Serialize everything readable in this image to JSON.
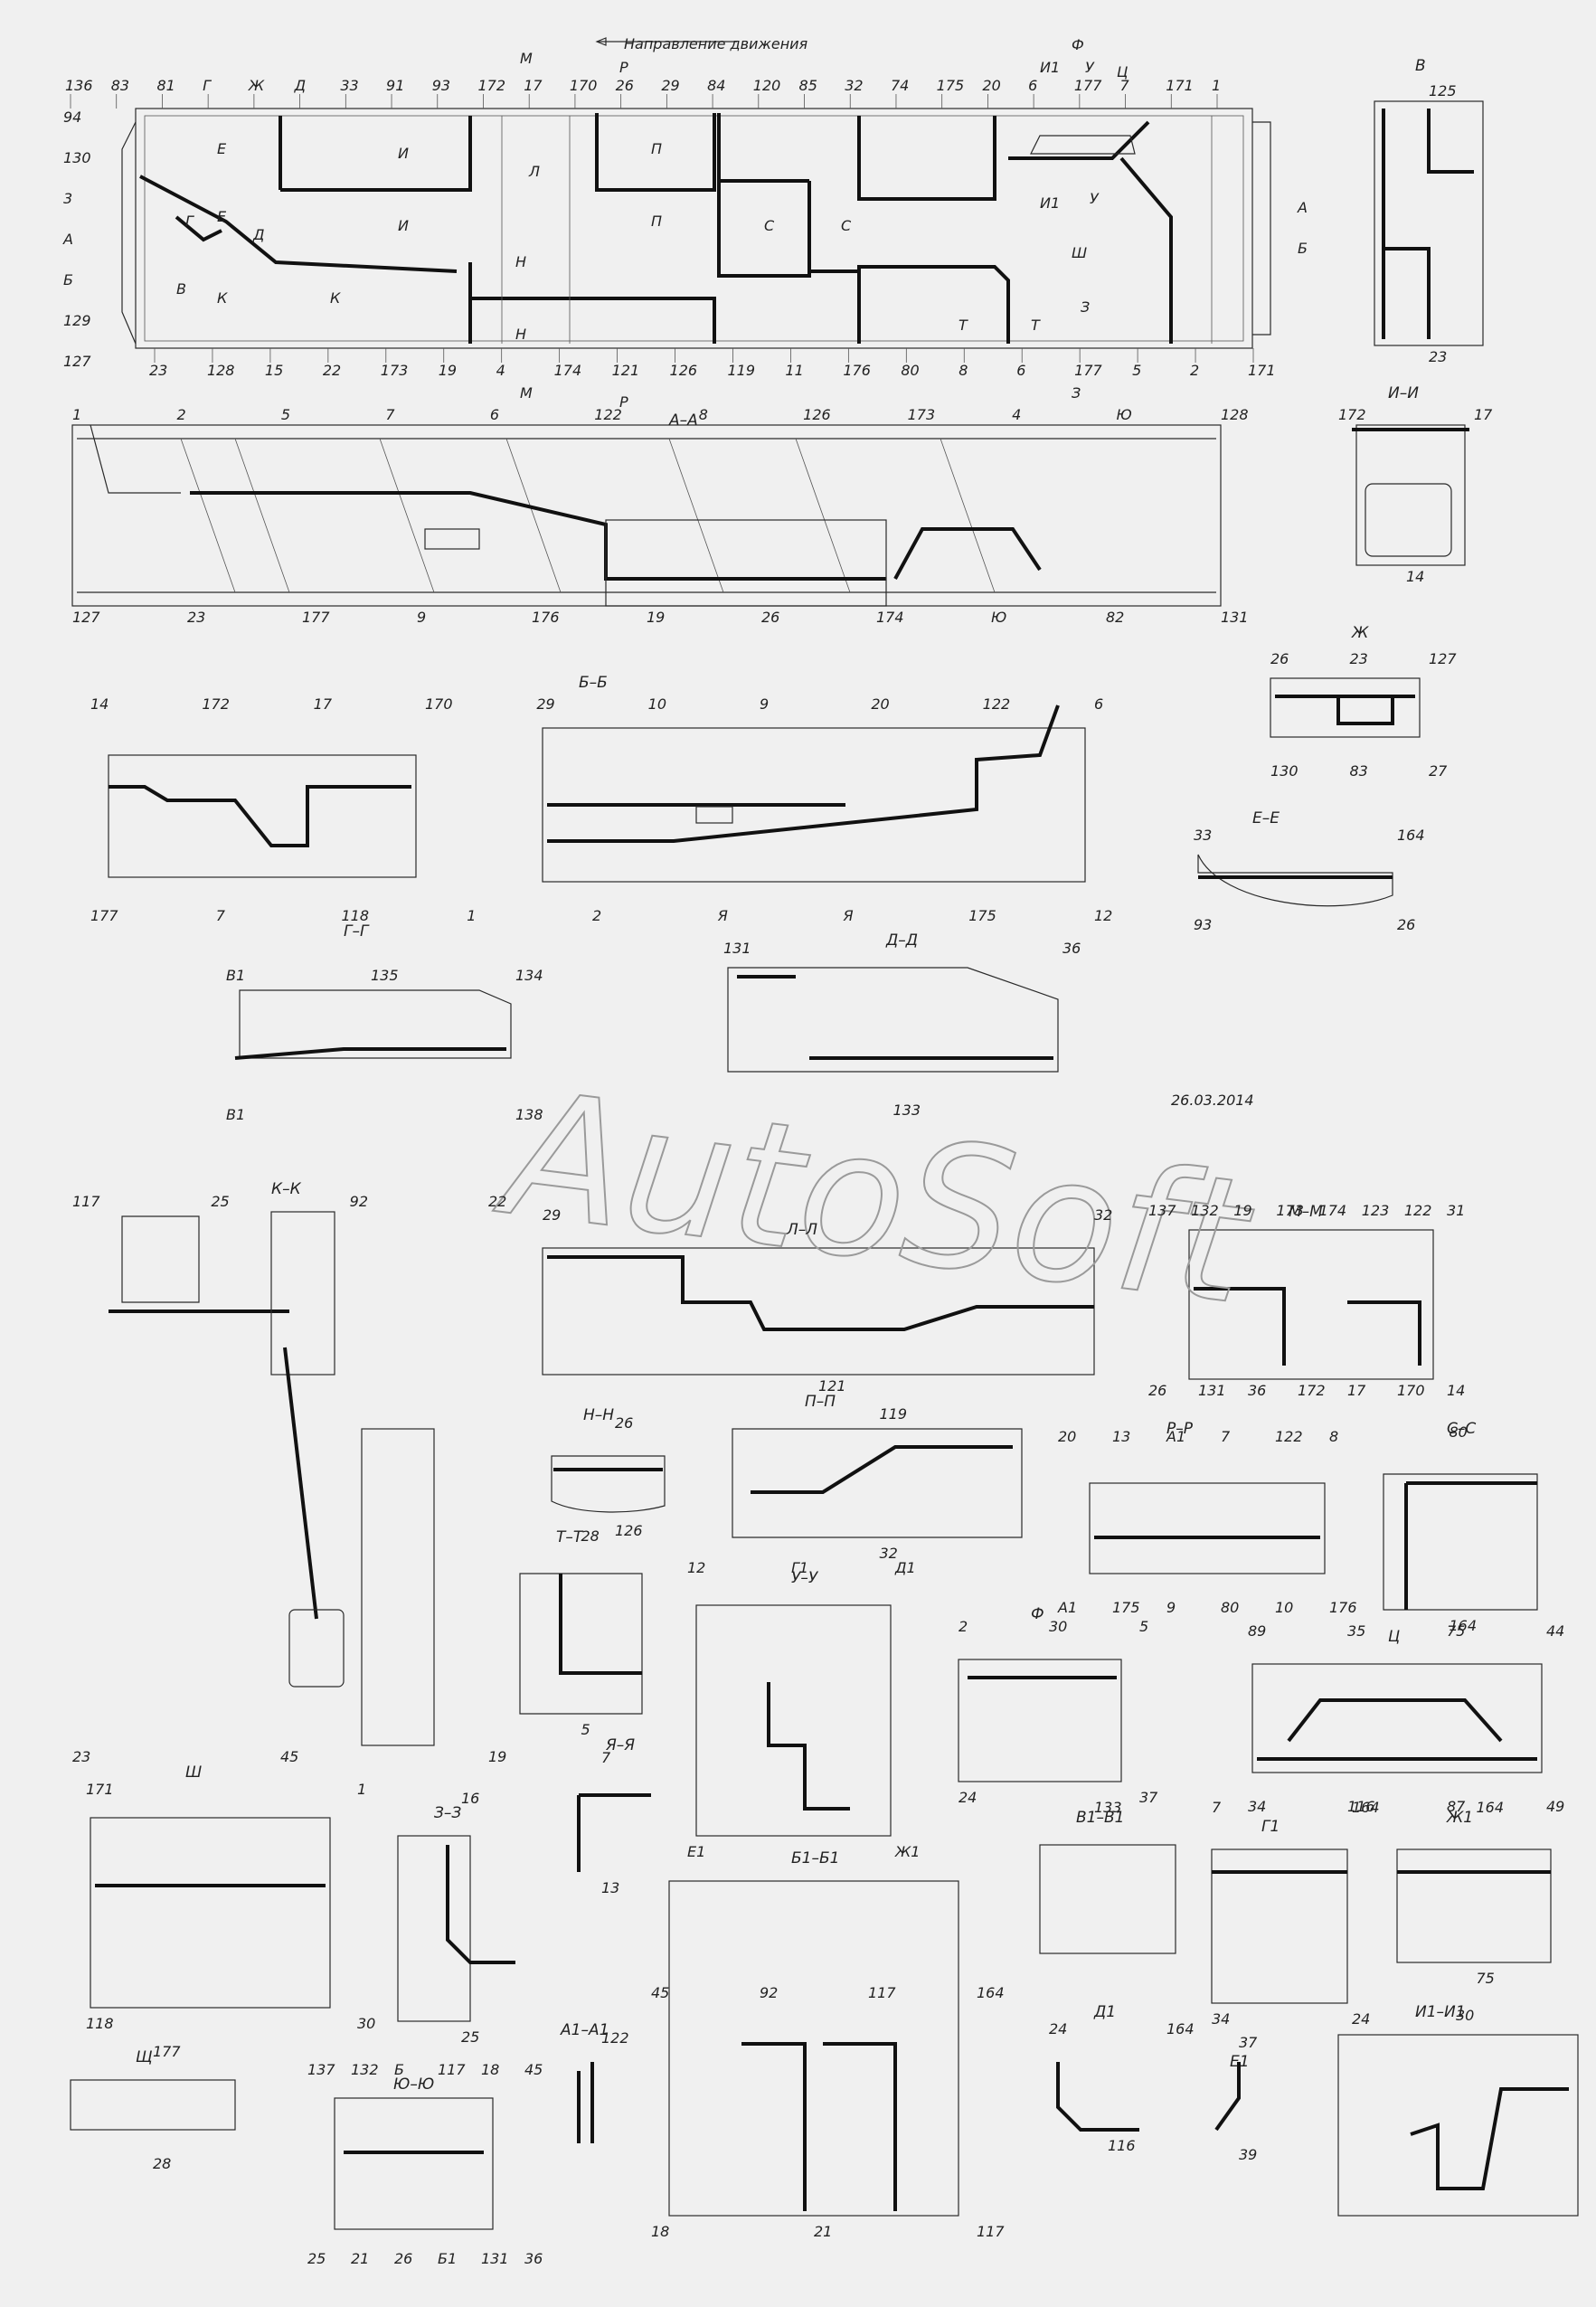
{
  "header": {
    "direction_label": "Направление движения"
  },
  "stamp": {
    "date": "26.03.2014"
  },
  "watermark": "AutoSoft",
  "plan_labels": {
    "top": [
      "136",
      "83",
      "81",
      "Г",
      "Ж",
      "Д",
      "33",
      "91",
      "93",
      "172",
      "17",
      "170",
      "26",
      "29",
      "84",
      "120",
      "85",
      "32",
      "74",
      "175",
      "20",
      "6",
      "177",
      "7",
      "171",
      "1"
    ],
    "left": [
      "94",
      "130",
      "3",
      "А",
      "Б",
      "129",
      "127"
    ],
    "bottom": [
      "23",
      "128",
      "15",
      "22",
      "173",
      "19",
      "4",
      "174",
      "121",
      "126",
      "119",
      "11",
      "176",
      "80",
      "8",
      "6",
      "177",
      "5",
      "2",
      "171"
    ],
    "inner": [
      "Е",
      "Е",
      "Д",
      "Г",
      "В",
      "К",
      "К",
      "И",
      "И",
      "Л",
      "П",
      "П",
      "С",
      "С",
      "Н",
      "Н",
      "Т",
      "Т",
      "Ш",
      "У",
      "У",
      "З",
      "Ф",
      "Ц",
      "М",
      "М",
      "Р",
      "Р",
      "З",
      "И1",
      "И1"
    ],
    "right": [
      "А",
      "Б"
    ]
  },
  "sections": [
    {
      "id": "A-A",
      "title": "А–А",
      "labels": [
        "1",
        "2",
        "5",
        "7",
        "6",
        "122",
        "8",
        "126",
        "173",
        "4",
        "Ю",
        "128",
        "127",
        "23",
        "177",
        "9",
        "176",
        "19",
        "26",
        "174",
        "Ю",
        "82",
        "131"
      ]
    },
    {
      "id": "B",
      "title": "В",
      "labels": [
        "125",
        "23"
      ]
    },
    {
      "id": "I-I",
      "title": "И–И",
      "labels": [
        "172",
        "17",
        "14"
      ]
    },
    {
      "id": "Zh",
      "title": "Ж",
      "labels": [
        "26",
        "23",
        "127",
        "130",
        "83",
        "27"
      ]
    },
    {
      "id": "B-B",
      "title": "Б–Б",
      "labels": [
        "14",
        "172",
        "17",
        "170",
        "29",
        "10",
        "9",
        "20",
        "122",
        "6",
        "177",
        "7",
        "118",
        "1",
        "2",
        "Я",
        "Я",
        "175",
        "12"
      ]
    },
    {
      "id": "E-E",
      "title": "Е–Е",
      "labels": [
        "33",
        "164",
        "93",
        "26"
      ]
    },
    {
      "id": "G-G",
      "title": "Г–Г",
      "labels": [
        "В1",
        "135",
        "134",
        "В1",
        "138"
      ]
    },
    {
      "id": "D-D",
      "title": "Д–Д",
      "labels": [
        "131",
        "36",
        "133"
      ]
    },
    {
      "id": "K-K",
      "title": "К–К",
      "labels": [
        "117",
        "25",
        "92",
        "22",
        "23",
        "45",
        "19"
      ]
    },
    {
      "id": "L-L",
      "title": "Л–Л",
      "labels": [
        "29",
        "32",
        "121"
      ]
    },
    {
      "id": "M-M",
      "title": "М–М",
      "labels": [
        "137",
        "132",
        "19",
        "173",
        "174",
        "123",
        "122",
        "31",
        "26",
        "131",
        "36",
        "172",
        "17",
        "170",
        "14"
      ]
    },
    {
      "id": "N-N",
      "title": "Н–Н",
      "labels": [
        "26",
        "126"
      ]
    },
    {
      "id": "P-P",
      "title": "П–П",
      "labels": [
        "119",
        "32"
      ]
    },
    {
      "id": "R-R",
      "title": "Р–Р",
      "labels": [
        "20",
        "13",
        "А1",
        "7",
        "122",
        "8",
        "А1",
        "175",
        "9",
        "80",
        "10",
        "176"
      ]
    },
    {
      "id": "S-S",
      "title": "С–С",
      "labels": [
        "80",
        "164"
      ]
    },
    {
      "id": "T-T",
      "title": "Т–Т",
      "labels": [
        "28",
        "5"
      ]
    },
    {
      "id": "U-U",
      "title": "У–У",
      "labels": [
        "12",
        "Г1",
        "Д1",
        "Е1",
        "Ж1"
      ]
    },
    {
      "id": "F",
      "title": "Ф",
      "labels": [
        "2",
        "30",
        "5",
        "24",
        "37"
      ]
    },
    {
      "id": "C",
      "title": "Ц",
      "labels": [
        "89",
        "35",
        "75",
        "44",
        "34",
        "116",
        "87",
        "49"
      ]
    },
    {
      "id": "Ya-Ya",
      "title": "Я–Я",
      "labels": [
        "7",
        "13"
      ]
    },
    {
      "id": "Sh",
      "title": "Ш",
      "labels": [
        "171",
        "1",
        "118",
        "30"
      ]
    },
    {
      "id": "Z-Z",
      "title": "З–З",
      "labels": [
        "16",
        "25"
      ]
    },
    {
      "id": "B1-B1",
      "title": "Б1–Б1",
      "labels": [
        "45",
        "92",
        "117",
        "164",
        "18",
        "21",
        "117"
      ]
    },
    {
      "id": "V1-V1",
      "title": "В1–В1",
      "labels": [
        "133"
      ]
    },
    {
      "id": "G1",
      "title": "Г1",
      "labels": [
        "7",
        "164",
        "34",
        "24"
      ]
    },
    {
      "id": "Zh1",
      "title": "Ж1",
      "labels": [
        "164",
        "75"
      ]
    },
    {
      "id": "Shch",
      "title": "Щ",
      "labels": [
        "177",
        "28"
      ]
    },
    {
      "id": "Yu-Yu",
      "title": "Ю–Ю",
      "labels": [
        "137",
        "132",
        "Б",
        "117",
        "18",
        "45",
        "25",
        "21",
        "26",
        "Б1",
        "131",
        "36"
      ]
    },
    {
      "id": "A1-A1",
      "title": "А1–А1",
      "labels": [
        "122"
      ]
    },
    {
      "id": "D1",
      "title": "Д1",
      "labels": [
        "24",
        "164",
        "116"
      ]
    },
    {
      "id": "E1",
      "title": "Е1",
      "labels": [
        "37",
        "39"
      ]
    },
    {
      "id": "I1-I1",
      "title": "И1–И1",
      "labels": [
        "30"
      ]
    }
  ]
}
